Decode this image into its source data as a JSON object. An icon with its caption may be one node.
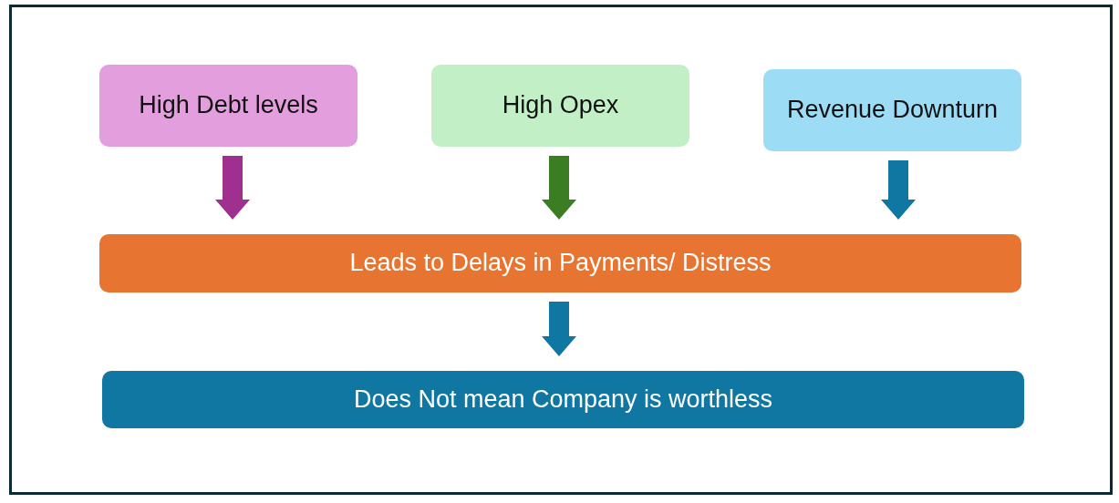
{
  "diagram": {
    "nodes": [
      {
        "text": [
          "High Debt levels"
        ]
      },
      {
        "text": [
          "High Opex"
        ]
      },
      {
        "text": [
          "Revenue Downturn"
        ]
      },
      {
        "text": [
          "Leads to Delays in Payments/ Distress"
        ]
      },
      {
        "text": [
          "Does Not mean Company is worthless"
        ]
      }
    ],
    "edges": [
      {
        "from": 0,
        "to": 3,
        "arrow": "to",
        "color": "#a0308f"
      },
      {
        "from": 1,
        "to": 3,
        "arrow": "to",
        "color": "#3a7d22"
      },
      {
        "from": 2,
        "to": 3,
        "arrow": "to"
      },
      {
        "from": 3,
        "to": 4,
        "arrow": "to"
      }
    ]
  }
}
